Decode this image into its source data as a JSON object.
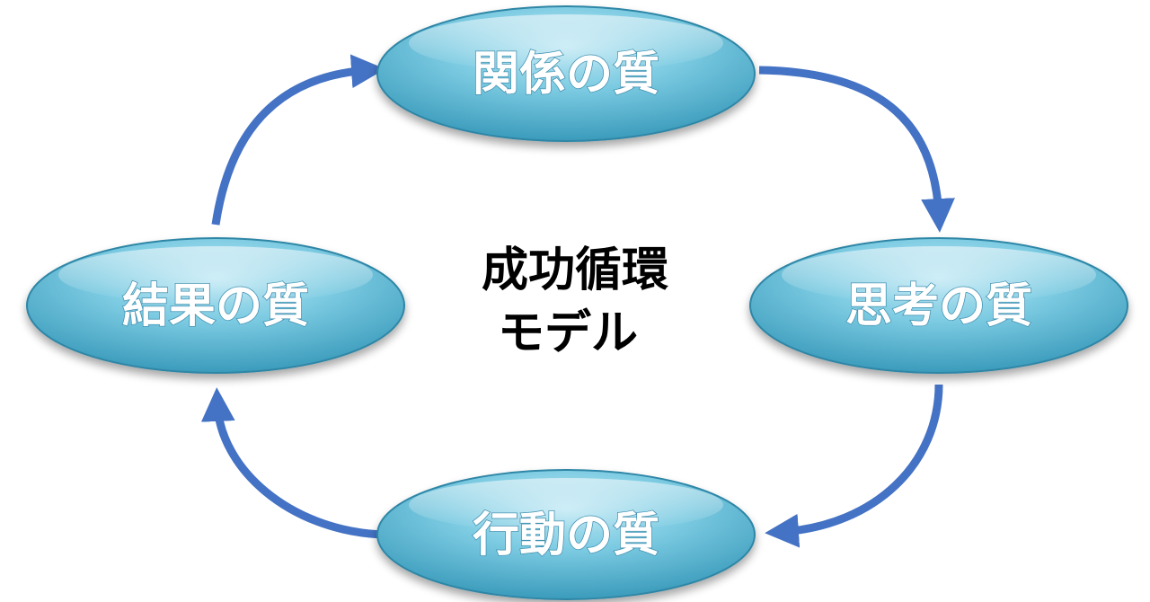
{
  "diagram": {
    "center": {
      "line1": "成功循環",
      "line2": "モデル"
    },
    "nodes": {
      "relationship": "関係の質",
      "thinking": "思考の質",
      "action": "行動の質",
      "result": "結果の質"
    }
  },
  "colors": {
    "node_fill_light": "#b9e6f3",
    "node_fill_mid": "#6cc4dd",
    "node_fill_dark": "#3e9fbe",
    "node_edge": "#2f86a6",
    "arrow": "#4472c4"
  }
}
